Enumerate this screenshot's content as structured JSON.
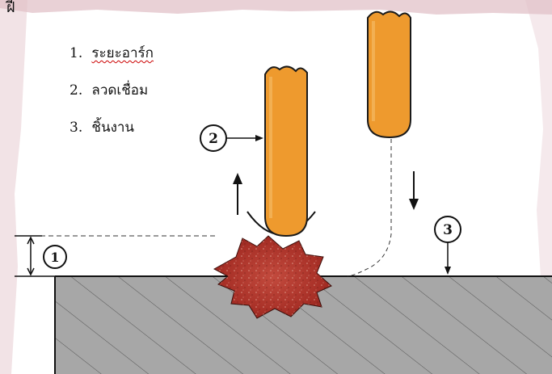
{
  "header_mark": "ฝี",
  "legend": {
    "items": [
      {
        "num": "1.",
        "text": "ระยะอาร์ก"
      },
      {
        "num": "2.",
        "text": "ลวดเชื่อม"
      },
      {
        "num": "3.",
        "text": "ชิ้นงาน"
      }
    ]
  },
  "callouts": {
    "one": "1",
    "two": "2",
    "three": "3"
  },
  "colors": {
    "electrode_fill": "#ee9a2e",
    "electrode_outline": "#1a1a1a",
    "weld_pool": "#b1372f",
    "workpiece_fill": "#a7a7a7",
    "background_tint": "#e2c1c8",
    "line": "#111111"
  }
}
